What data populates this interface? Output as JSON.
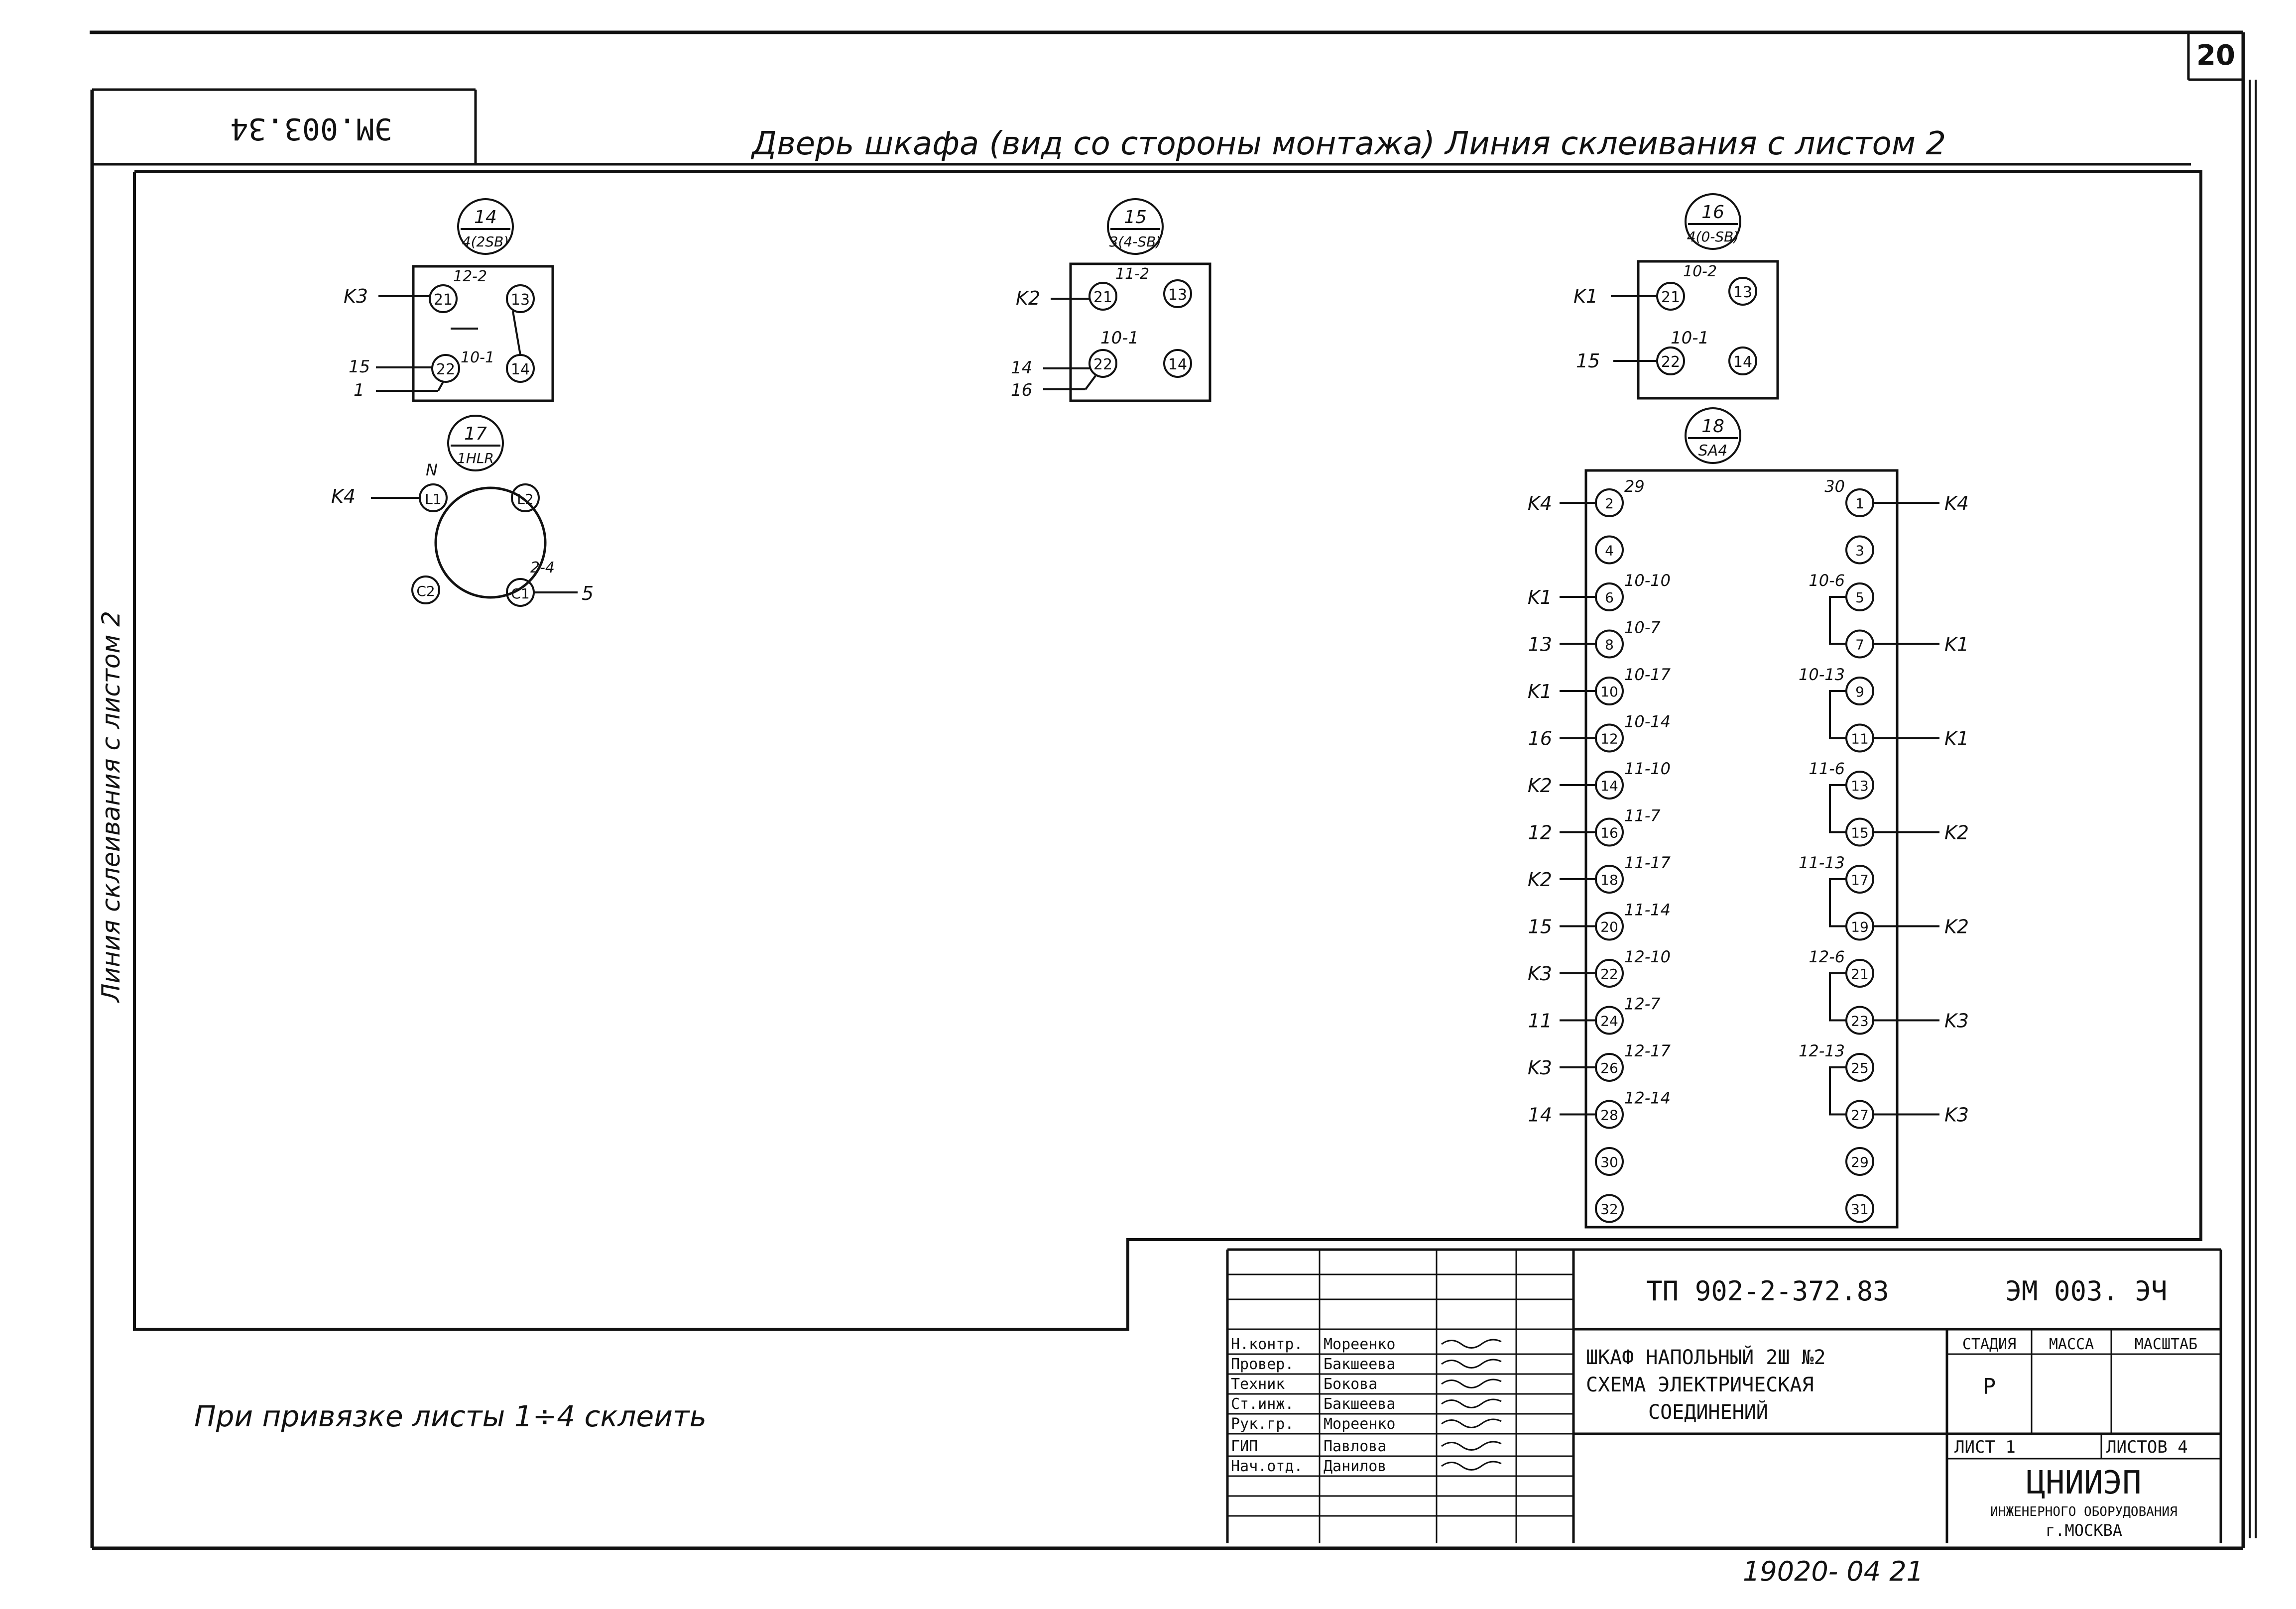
{
  "page_number": "20",
  "doc_code_rotated": "ЭМ.003.34",
  "header_title": "Дверь шкафа (вид со стороны монтажа) Линия склеивания с листом 2",
  "side_label": "Линия склеивания с листом 2",
  "footnote": "При привязке листы 1÷4 склеить",
  "bottom_number": "19020- 04   21",
  "components": {
    "c14": {
      "tag_top": "14",
      "tag_bottom": "4(2SB)",
      "pins": [
        "21",
        "13",
        "22",
        "14"
      ],
      "pin_labels": [
        "12-2",
        "10-1"
      ],
      "wires": [
        "K3",
        "15",
        "1"
      ]
    },
    "c15": {
      "tag_top": "15",
      "tag_bottom": "3(4-SB)",
      "pins": [
        "21",
        "13",
        "22",
        "14"
      ],
      "pin_labels": [
        "11-2",
        "10-1"
      ],
      "wires": [
        "K2",
        "14",
        "16"
      ]
    },
    "c16": {
      "tag_top": "16",
      "tag_bottom": "4(0-SB)",
      "pins": [
        "21",
        "13",
        "22",
        "14"
      ],
      "pin_labels": [
        "10-2",
        "10-1"
      ],
      "wires": [
        "K1",
        "15"
      ]
    },
    "c17": {
      "tag_top": "17",
      "tag_bottom": "1HLR",
      "pins": [
        "L1",
        "L2",
        "C2",
        "C1"
      ],
      "pin_labels": [
        "N",
        "2-4"
      ],
      "wires": [
        "K4",
        "5"
      ]
    },
    "c18": {
      "tag_top": "18",
      "tag_bottom": "SA4",
      "left_pins": [
        "2",
        "4",
        "6",
        "8",
        "10",
        "12",
        "14",
        "16",
        "18",
        "20",
        "22",
        "24",
        "26",
        "28",
        "30",
        "32"
      ],
      "right_pins": [
        "1",
        "3",
        "5",
        "7",
        "9",
        "11",
        "13",
        "15",
        "17",
        "19",
        "21",
        "23",
        "25",
        "27",
        "29",
        "31"
      ],
      "left_pin_labels": [
        "29",
        "",
        "10-10",
        "10-7",
        "10-17",
        "10-14",
        "11-10",
        "11-7",
        "11-17",
        "11-14",
        "12-10",
        "12-7",
        "12-17",
        "12-14",
        "",
        ""
      ],
      "right_pin_labels": [
        "30",
        "",
        "10-6",
        "",
        "10-13",
        "",
        "11-6",
        "",
        "11-13",
        "",
        "12-6",
        "",
        "12-13",
        "",
        "",
        ""
      ],
      "left_wires": [
        "K4",
        "",
        "K1",
        "13",
        "K1",
        "16",
        "K2",
        "12",
        "K2",
        "15",
        "K3",
        "11",
        "K3",
        "14",
        "",
        ""
      ],
      "right_wires": [
        "K4",
        "",
        "",
        "K1",
        "",
        "K1",
        "",
        "K2",
        "",
        "K2",
        "",
        "K3",
        "",
        "K3",
        "",
        ""
      ]
    }
  },
  "title_block": {
    "project": "ТП 902-2-372.83",
    "doc_code": "ЭМ 003. ЭЧ",
    "desc_line1": "ШКАФ НАПОЛЬНЫЙ 2Ш №2",
    "desc_line2": "СХЕМА ЭЛЕКТРИЧЕСКАЯ",
    "desc_line3": "СОЕДИНЕНИЙ",
    "col_stage": "СТАДИЯ",
    "col_mass": "МАССА",
    "col_scale": "МАСШТАБ",
    "stage_value": "Р",
    "sheet_label": "ЛИСТ 1",
    "sheets_label": "ЛИСТОВ 4",
    "org_big": "ЦНИИЭП",
    "org_line2": "ИНЖЕНЕРНОГО ОБОРУДОВАНИЯ",
    "org_line3": "г.МОСКВА",
    "roles": [
      "Н.контр.",
      "Провер.",
      "Техник",
      "Ст.инж.",
      "Рук.гр.",
      "ГИП",
      "Нач.отд."
    ],
    "names": [
      "Мореенко",
      "Бакшеева",
      "Бокова",
      "Бакшеева",
      "Мореенко",
      "Павлова",
      "Данилов"
    ]
  }
}
